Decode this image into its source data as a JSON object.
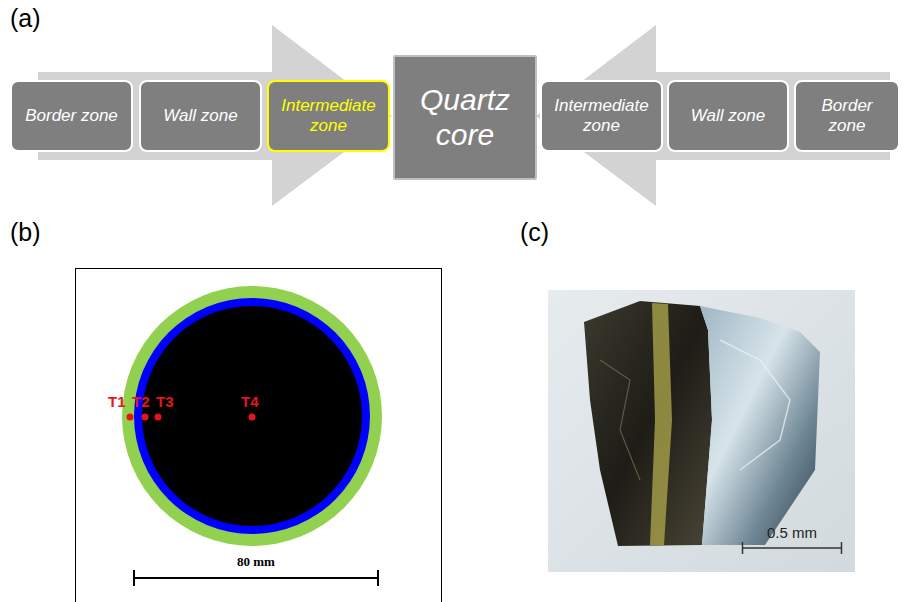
{
  "diagram": {
    "nodes": [
      {
        "text": [
          "Border zone"
        ]
      },
      {
        "text": [
          "Wall zone"
        ]
      },
      {
        "text": [
          "Intermediate zone"
        ]
      },
      {
        "text": [
          "Quartz core"
        ]
      },
      {
        "text": [
          "Intermediate zone"
        ]
      },
      {
        "text": [
          "Wall zone"
        ]
      },
      {
        "text": [
          "Border zone"
        ]
      }
    ],
    "labels": [
      "(a)",
      "(b)",
      "T1",
      "T2",
      "T3",
      "T4",
      "80 mm",
      "(c)",
      "0.5 mm"
    ]
  }
}
